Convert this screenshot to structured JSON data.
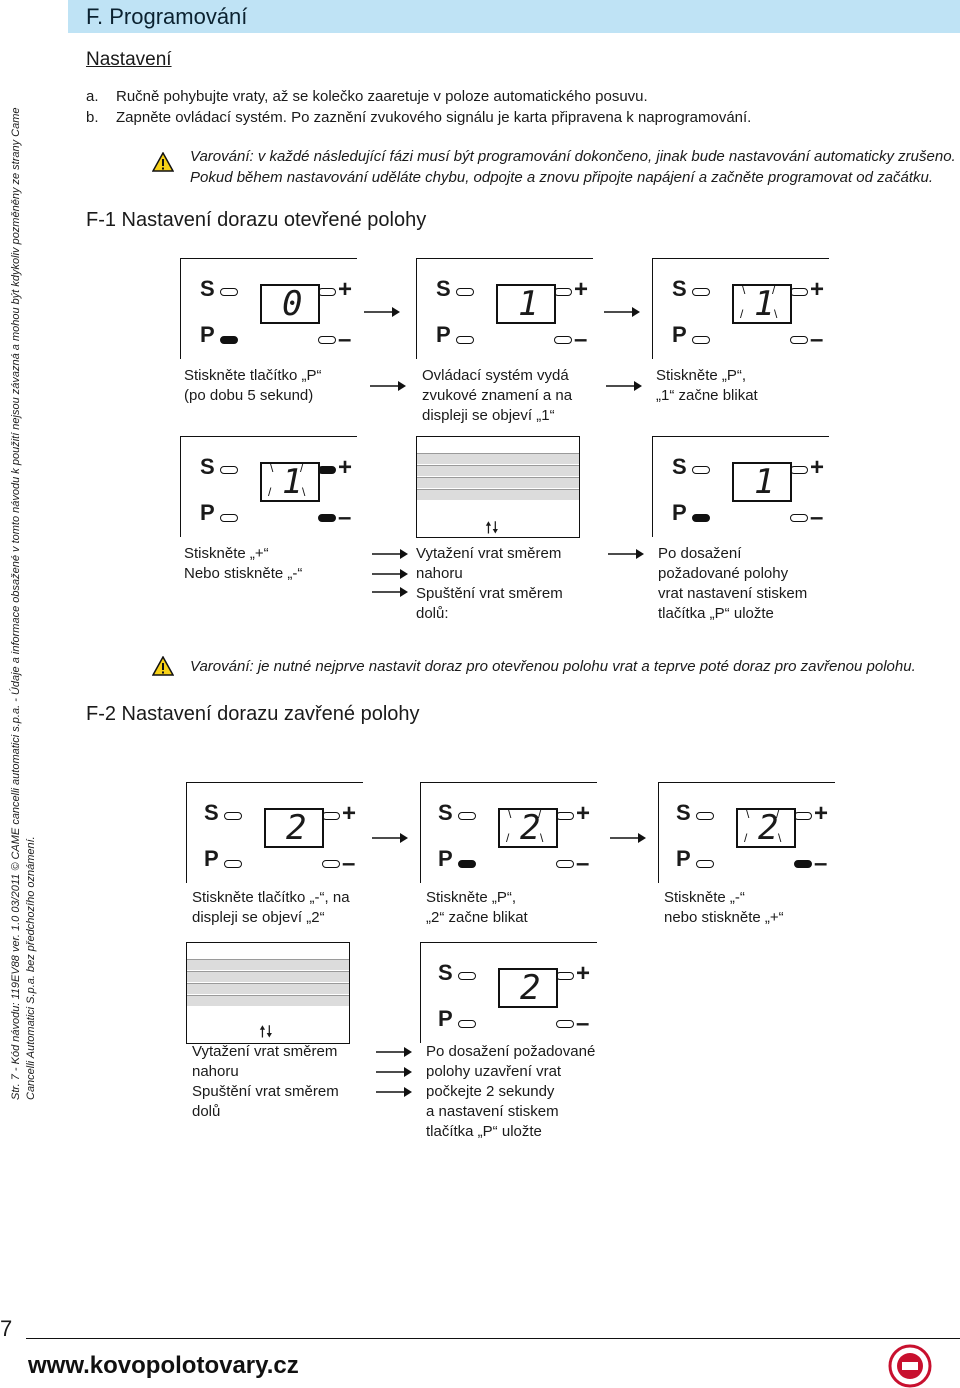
{
  "header": {
    "title": "F.  Programování"
  },
  "section": {
    "title": "Nastavení",
    "steps": [
      {
        "letter": "a.",
        "text": "Ručně pohybujte vraty, až se kolečko zaaretuje v poloze automatického posuvu."
      },
      {
        "letter": "b.",
        "text": "Zapněte ovládací systém. Po zaznění zvukového signálu je karta připravena k naprogramování."
      }
    ]
  },
  "warning1": {
    "line1": "Varování: v každé následující fázi musí být programování dokončeno, jinak bude nastavování automaticky zrušeno.",
    "line2": "Pokud během nastavování uděláte chybu, odpojte a znovu připojte napájení a začněte programovat od začátku."
  },
  "f1": {
    "title": "F-1 Nastavení dorazu otevřené polohy",
    "panels": [
      {
        "digit": "0",
        "s_on": false,
        "p_on": true,
        "plus_on": false,
        "minus_on": false,
        "blink": false
      },
      {
        "digit": "1",
        "s_on": false,
        "p_on": false,
        "plus_on": false,
        "minus_on": false,
        "blink": false
      },
      {
        "digit": "1",
        "s_on": false,
        "p_on": false,
        "plus_on": false,
        "minus_on": false,
        "blink": true
      },
      {
        "digit": "1",
        "s_on": false,
        "p_on": false,
        "plus_on": true,
        "minus_on": true,
        "blink": true
      },
      {
        "digit": "1",
        "s_on": false,
        "p_on": true,
        "plus_on": false,
        "minus_on": false,
        "blink": false
      }
    ],
    "captions": [
      [
        "Stiskněte tlačítko „P“",
        "(po dobu 5 sekund)"
      ],
      [
        "Ovládací systém vydá",
        "zvukové znamení a na",
        "displeji se objeví „1“"
      ],
      [
        "Stiskněte „P“,",
        "„1“ začne blikat"
      ],
      [
        "Stiskněte „+“",
        "Nebo stiskněte „-“"
      ],
      [
        "Vytažení vrat směrem",
        "nahoru",
        "Spuštění vrat směrem",
        "dolů:"
      ],
      [
        "Po dosažení",
        "požadované polohy",
        "vrat nastavení stiskem",
        "tlačítka „P“ uložte"
      ]
    ]
  },
  "warning2": {
    "text": "Varování: je nutné nejprve nastavit doraz pro otevřenou polohu vrat a teprve poté doraz pro zavřenou polohu."
  },
  "f2": {
    "title": "F-2 Nastavení dorazu zavřené polohy",
    "panels": [
      {
        "digit": "2",
        "s_on": false,
        "p_on": false,
        "plus_on": false,
        "minus_on": false,
        "blink": false
      },
      {
        "digit": "2",
        "s_on": false,
        "p_on": true,
        "plus_on": false,
        "minus_on": false,
        "blink": true
      },
      {
        "digit": "2",
        "s_on": false,
        "p_on": false,
        "plus_on": false,
        "minus_on": true,
        "blink": true
      },
      {
        "digit": "2",
        "s_on": false,
        "p_on": false,
        "plus_on": false,
        "minus_on": false,
        "blink": false
      }
    ],
    "captions": [
      [
        "Stiskněte tlačítko „-“, na",
        "displeji se objeví „2“"
      ],
      [
        "Stiskněte „P“,",
        "„2“ začne blikat"
      ],
      [
        "Stiskněte „-“",
        "nebo stiskněte „+“"
      ],
      [
        "Vytažení vrat směrem",
        "nahoru",
        "Spuštění vrat směrem",
        "dolů"
      ],
      [
        "Po dosažení požadované",
        "polohy uzavření vrat",
        "počkejte 2 sekundy",
        "a nastavení stiskem",
        "tlačítka „P“ uložte"
      ]
    ]
  },
  "sidebar": {
    "line1": "Str. 7 - Kód návodu: 119EV88 ver. 1.0 03/2011 © CAME cancelli automatici s.p.a. - Údaje a informace obsažené v tomto návodu k použití nejsou závazná a mohou být kdykoliv pozměněny ze strany Came",
    "line2": "Cancelli Automatici S.p.a. bez předchozího oznámení."
  },
  "footer": {
    "page": "7",
    "url": "www.kovopolotovary.cz"
  },
  "colors": {
    "title_bar": "#bfe3f5"
  }
}
